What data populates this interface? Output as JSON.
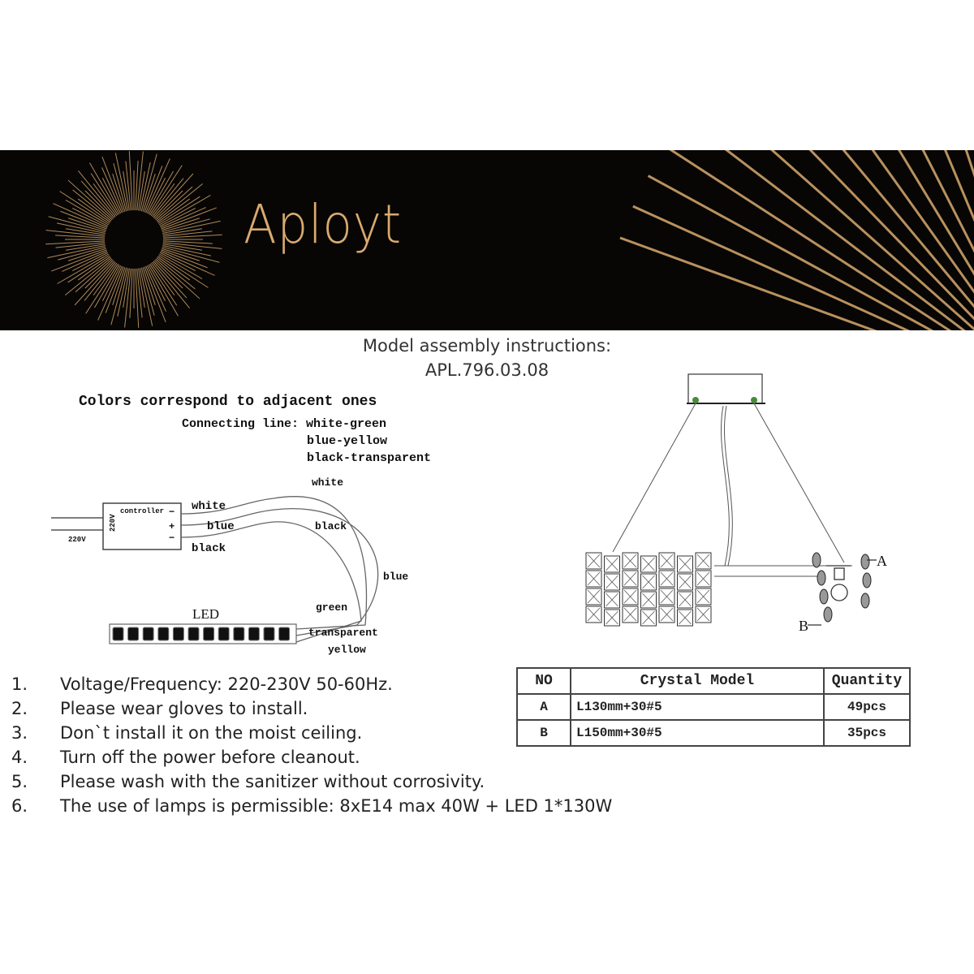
{
  "banner": {
    "brand": "Aployt",
    "colors": {
      "background": "#070605",
      "gold": "#d9aa6e"
    }
  },
  "header": {
    "title": "Model assembly instructions:",
    "model": "APL.796.03.08"
  },
  "wiring": {
    "title": "Colors correspond to adjacent ones",
    "connecting_label": "Connecting line: white-green",
    "connecting_2": "blue-yellow",
    "connecting_3": "black-transparent",
    "controller": "controller",
    "voltage_in": "220V",
    "voltage_box": "220V",
    "terminals": [
      "−",
      "+",
      "−"
    ],
    "wire_out": [
      "white",
      "blue",
      "black"
    ],
    "wire_mid": {
      "white": "white",
      "black": "black",
      "blue": "blue"
    },
    "led_label": "LED",
    "led_wires": [
      "green",
      "transparent",
      "yellow"
    ]
  },
  "chandelier": {
    "label_a": "A",
    "label_b": "B"
  },
  "crystal_table": {
    "headers": [
      "NO",
      "Crystal  Model",
      "Quantity"
    ],
    "rows": [
      {
        "no": "A",
        "model": "L130mm+30#5",
        "qty": "49pcs"
      },
      {
        "no": "B",
        "model": "L150mm+30#5",
        "qty": "35pcs"
      }
    ]
  },
  "notes": [
    {
      "n": "1.",
      "text": "Voltage/Frequency: 220-230V 50-60Hz."
    },
    {
      "n": "2.",
      "text": "Please wear gloves to install."
    },
    {
      "n": "3.",
      "text": "Don`t install it on the moist ceiling."
    },
    {
      "n": "4.",
      "text": "Turn off the power before cleanout."
    },
    {
      "n": "5.",
      "text": "Please wash with the sanitizer without corrosivity."
    },
    {
      "n": "6.",
      "text": "The use of lamps is permissible: 8xE14 max 40W + LED 1*130W"
    }
  ]
}
